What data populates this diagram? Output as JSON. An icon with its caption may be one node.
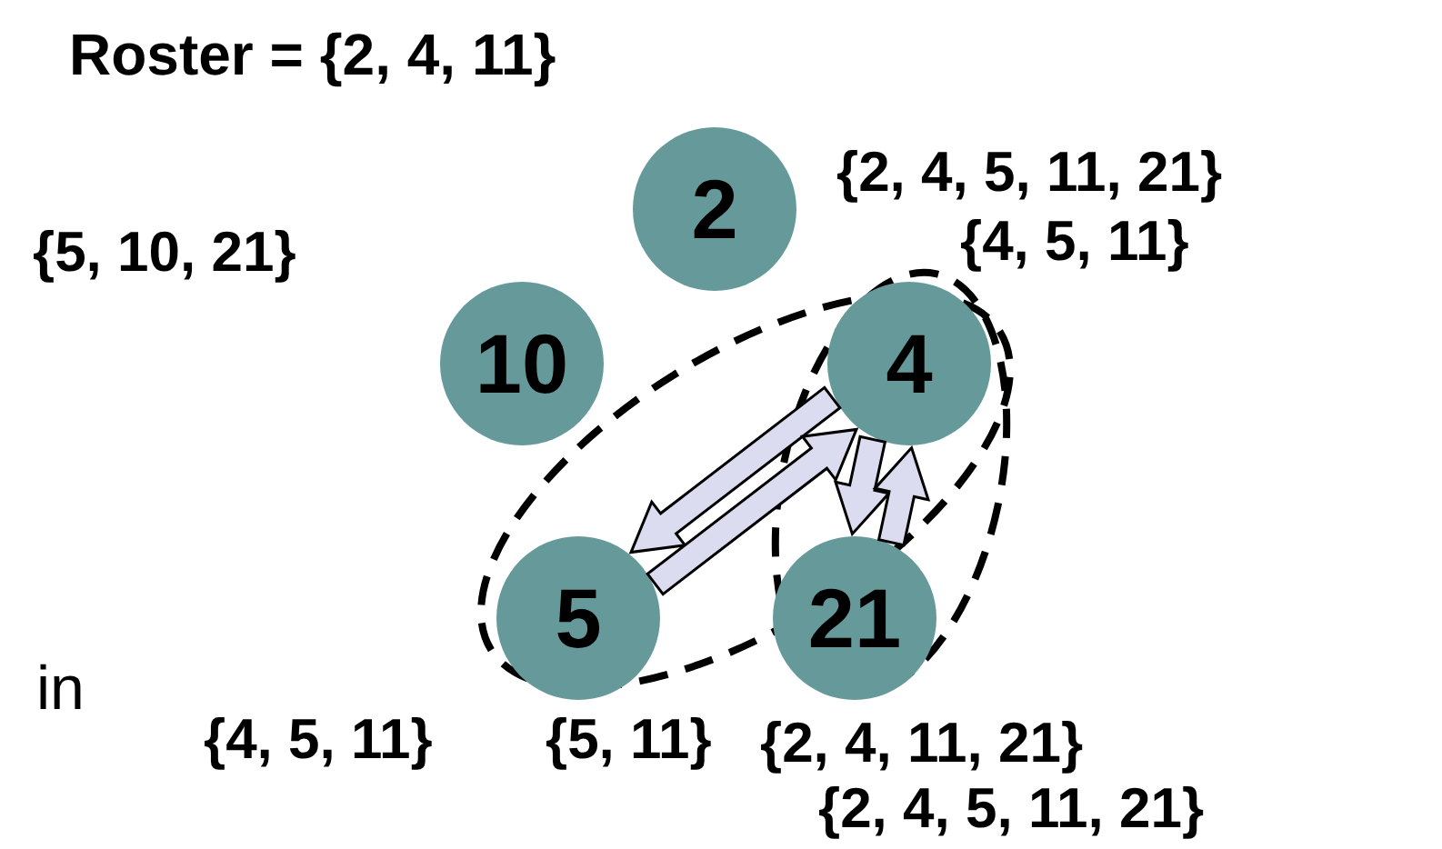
{
  "diagram": {
    "title": "Roster = {2, 4, 11}",
    "nodes": [
      {
        "text": [
          "2"
        ]
      },
      {
        "text": [
          "10"
        ],
        "beside": [
          "{5, 10, 21}"
        ]
      },
      {
        "text": [
          "4"
        ],
        "beside": [
          "{2, 4, 5, 11, 21}",
          "{4, 5, 11}"
        ]
      },
      {
        "text": [
          "5"
        ],
        "beside": [
          "{4, 5, 11}",
          "{5, 11}"
        ]
      },
      {
        "text": [
          "21"
        ],
        "beside": [
          "{2, 4, 11, 21}",
          "{2, 4, 5, 11, 21}"
        ]
      }
    ],
    "edges": [
      {
        "from": 2,
        "to": 3,
        "arrow": "to"
      },
      {
        "from": 3,
        "to": 2,
        "arrow": "to"
      },
      {
        "from": 2,
        "to": 4,
        "arrow": "to"
      },
      {
        "from": 4,
        "to": 2,
        "arrow": "to"
      }
    ],
    "labels": [
      "in"
    ]
  }
}
